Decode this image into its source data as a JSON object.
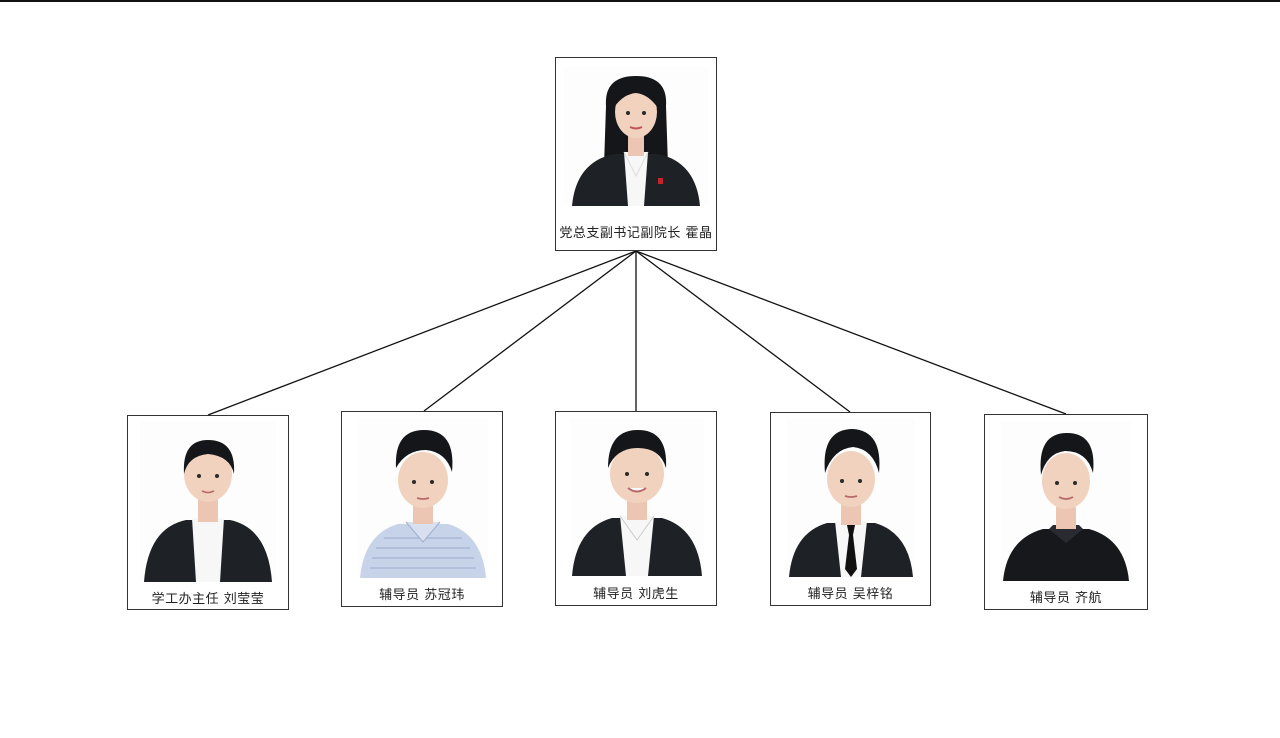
{
  "org_chart": {
    "root": {
      "caption": "党总支副书记副院长 霍晶",
      "photo_icon": "portrait-woman-long-hair-dark-suit"
    },
    "members": [
      {
        "caption": "学工办主任 刘莹莹",
        "photo_icon": "portrait-woman-dark-suit"
      },
      {
        "caption": "辅导员 苏冠玮",
        "photo_icon": "portrait-man-striped-shirt"
      },
      {
        "caption": "辅导员 刘虎生",
        "photo_icon": "portrait-man-dark-suit"
      },
      {
        "caption": "辅导员 吴梓铭",
        "photo_icon": "portrait-man-suit-tie"
      },
      {
        "caption": "辅导员 齐航",
        "photo_icon": "portrait-man-black-shirt"
      }
    ],
    "colors": {
      "connector": "#111111",
      "card_border": "#333333",
      "suit": "#1e2126",
      "skin": "#f1d2bf",
      "hair": "#15161a"
    }
  }
}
